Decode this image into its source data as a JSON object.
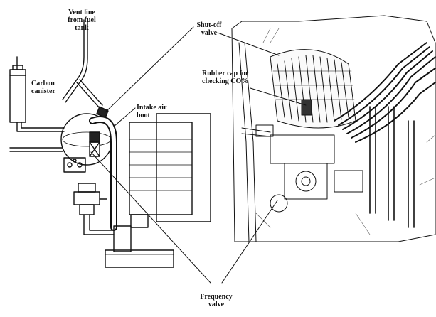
{
  "labels": {
    "vent_line": "Vent line\nfrom fuel\ntank",
    "carbon_canister": "Carbon\ncanister",
    "intake_air_boot": "Intake air\nboot",
    "shutoff_valve": "Shut-off\nvalve",
    "rubber_cap": "Rubber cap for\nchecking CO%",
    "frequency_valve": "Frequency\nvalve"
  },
  "colors": {
    "ink": "#111111",
    "paper": "#ffffff",
    "shade": "#555555"
  }
}
